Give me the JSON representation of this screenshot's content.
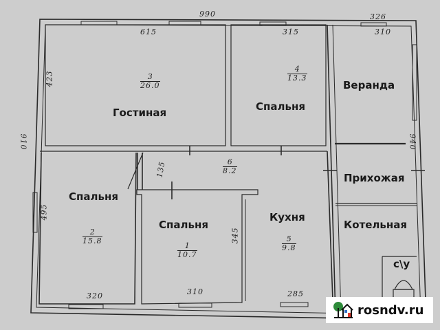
{
  "plan": {
    "overall_dimensions": {
      "top_width": "990",
      "left_height": "910",
      "right_height": "940",
      "top_right_segment": "326"
    },
    "rooms": [
      {
        "id": "living",
        "name": "Гостиная",
        "number": "3",
        "area": "26.0",
        "dim_top": "615",
        "dim_side": "423"
      },
      {
        "id": "bedroom-4",
        "name": "Спальня",
        "number": "4",
        "area": "13.3",
        "dim_top": "315"
      },
      {
        "id": "veranda",
        "name": "Веранда",
        "dim_top": "310"
      },
      {
        "id": "hall",
        "name": "",
        "number": "6",
        "area": "8.2",
        "dim_side": "135"
      },
      {
        "id": "entrance",
        "name": "Прихожая"
      },
      {
        "id": "bedroom-2",
        "name": "Спальня",
        "number": "2",
        "area": "15.8",
        "dim_bottom": "320",
        "dim_side": "495"
      },
      {
        "id": "bedroom-1",
        "name": "Спальня",
        "number": "1",
        "area": "10.7",
        "dim_bottom": "310",
        "dim_side": "345"
      },
      {
        "id": "kitchen",
        "name": "Кухня",
        "number": "5",
        "area": "9.8",
        "dim_bottom": "285"
      },
      {
        "id": "boiler",
        "name": "Котельная"
      },
      {
        "id": "wc",
        "name": "с\\у"
      }
    ]
  },
  "watermark": {
    "text": "rosndv.ru",
    "tree_color": "#2e8b3a",
    "door_color": "#e23b2e",
    "window_color": "#2f6fc4"
  }
}
